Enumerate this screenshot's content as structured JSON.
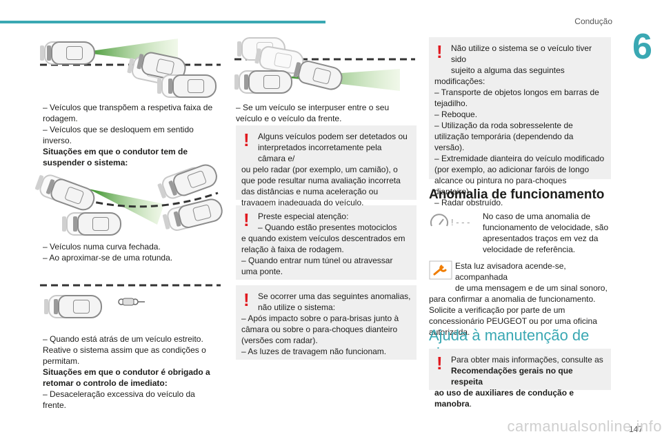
{
  "header": {
    "title": "Condução",
    "chapter": "6",
    "page": "147"
  },
  "watermark": "carmanualsonline.info",
  "col1": {
    "p1": "–  Veículos que transpõem a respetiva faixa de rodagem.",
    "p2": "–  Veículos que se desloquem em sentido inverso.",
    "h1": "Situações em que o condutor tem de suspender o sistema:",
    "p3": "–  Veículos numa curva fechada.",
    "p4": "–  Ao aproximar-se de uma rotunda.",
    "p5": "–  Quando está atrás de um veículo estreito.",
    "p6": "Reative o sistema assim que as condições o permitam.",
    "h2": "Situações em que o condutor é obrigado a retomar o controlo de imediato:",
    "p7": "–  Desaceleração excessiva do veículo da frente."
  },
  "col2": {
    "p1": "–  Se um veículo se interpuser entre o seu veículo e o veículo da frente.",
    "box1": {
      "l1": "Alguns veículos podem ser detetados ou",
      "l2": "interpretados incorretamente pela câmara e/",
      "rest": "ou pelo radar (por exemplo, um camião), o que pode resultar numa avaliação incorreta das distâncias e numa aceleração ou travagem inadequada do veículo."
    },
    "box2": {
      "l1": "Preste especial atenção:",
      "l2": "–  Quando estão presentes motociclos",
      "rest": "e quando existem veículos descentrados em relação à faixa de rodagem.",
      "l4": "–  Quando entrar num túnel ou atravessar uma ponte."
    },
    "box3": {
      "l1": "Se ocorrer uma das seguintes anomalias,",
      "l2": "não utilize o sistema:",
      "l3": "–  Após impacto sobre o para-brisas junto à câmara ou sobre o para-choques dianteiro (versões com radar).",
      "l4": "–  As luzes de travagem não funcionam."
    }
  },
  "col3": {
    "box1": {
      "l1": "Não utilize o sistema se o veículo tiver sido",
      "l2": "sujeito a alguma das seguintes",
      "l3": "modificações:",
      "l4": "–  Transporte de objetos longos em barras de tejadilho.",
      "l5": "–  Reboque.",
      "l6": "–  Utilização da roda sobresselente de utilização temporária (dependendo da versão).",
      "l7": "–  Extremidade dianteira do veículo modificado (por exemplo, ao adicionar faróis de longo alcance ou pintura no para-choques dianteiro).",
      "l8": "–  Radar obstruído."
    },
    "h1": "Anomalia de funcionamento",
    "p1": "No caso de uma anomalia de funcionamento de velocidade, são apresentados traços em vez da velocidade de referência.",
    "p2a": "Esta luz avisadora acende-se, acompanhada",
    "p2b": "de uma mensagem e de um sinal sonoro,",
    "p2c": "para confirmar a anomalia de funcionamento.",
    "p3": "Solicite a verificação por parte de um concessionário PEUGEOT ou por uma oficina autorizada.",
    "h2": "Ajuda à manutenção de via",
    "box2": {
      "l1": "Para obter mais informações, consulte as",
      "l2": "Recomendações gerais no que respeita",
      "l3": "ao uso de auxiliares de condução e manobra",
      "l3end": "."
    }
  },
  "icons": {
    "warning": "exclamation-icon",
    "speedometer": "speedometer-fault-icon",
    "wrench": "wrench-warning-icon"
  },
  "colors": {
    "accent": "#3aa8b3",
    "warning": "#e0191f",
    "box_bg": "#efefef",
    "orange": "#f07d00"
  }
}
